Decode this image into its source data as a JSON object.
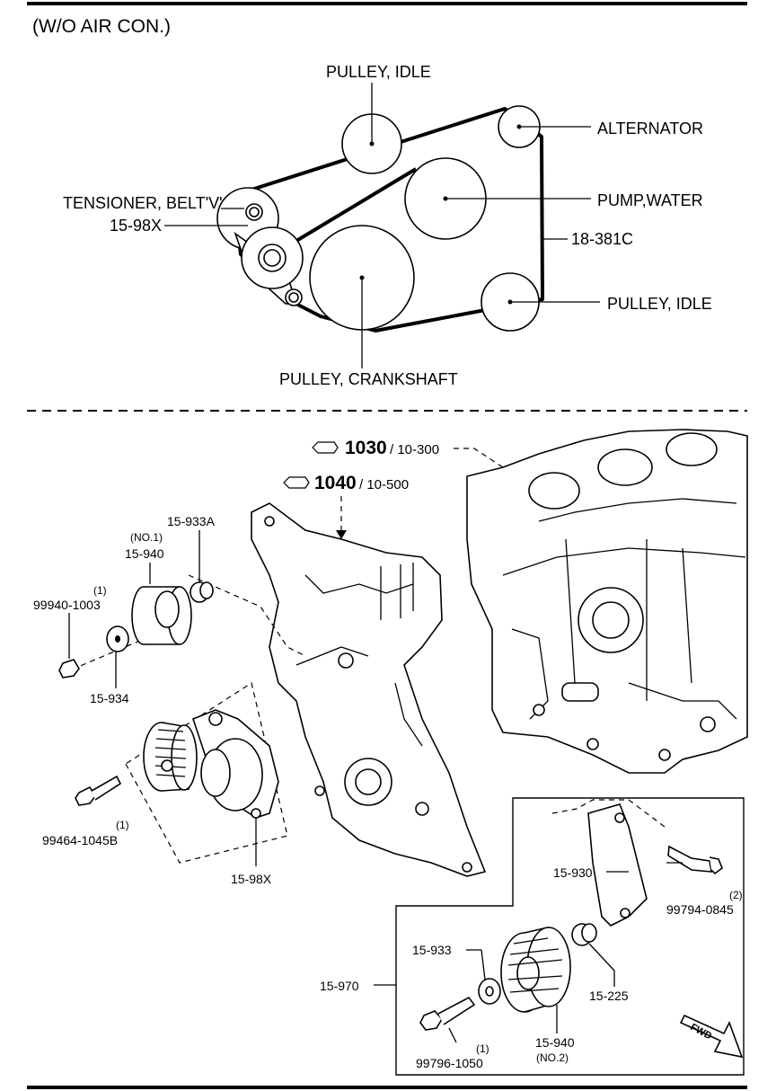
{
  "header": {
    "title": "(W/O AIR CON.)"
  },
  "belt_diagram": {
    "pulley_idle_top": "PULLEY, IDLE",
    "alternator": "ALTERNATOR",
    "tensioner": "TENSIONER, BELT'V'",
    "tensioner_code": "15-98X",
    "water_pump": "PUMP,WATER",
    "belt_code": "18-381C",
    "pulley_idle_right": "PULLEY, IDLE",
    "crankshaft": "PULLEY, CRANKSHAFT"
  },
  "references": {
    "ref1_num": "1030",
    "ref1_code": "/ 10-300",
    "ref2_num": "1040",
    "ref2_code": "/ 10-500"
  },
  "parts": {
    "p15_933A": "15-933A",
    "no1": "(NO.1)",
    "p15_940": "15-940",
    "qty1_a": "(1)",
    "p99940": "99940-1003",
    "p15_934": "15-934",
    "p99464": "99464-1045B",
    "qty1_b": "(1)",
    "p15_98X": "15-98X",
    "p15_930": "15-930",
    "qty2": "(2)",
    "p99794": "99794-0845",
    "p15_933": "15-933",
    "p15_970": "15-970",
    "p15_225": "15-225",
    "qty1_c": "(1)",
    "p99796": "99796-1050",
    "p15_940_b": "15-940",
    "no2": "(NO.2)",
    "fwd": "FWD"
  }
}
